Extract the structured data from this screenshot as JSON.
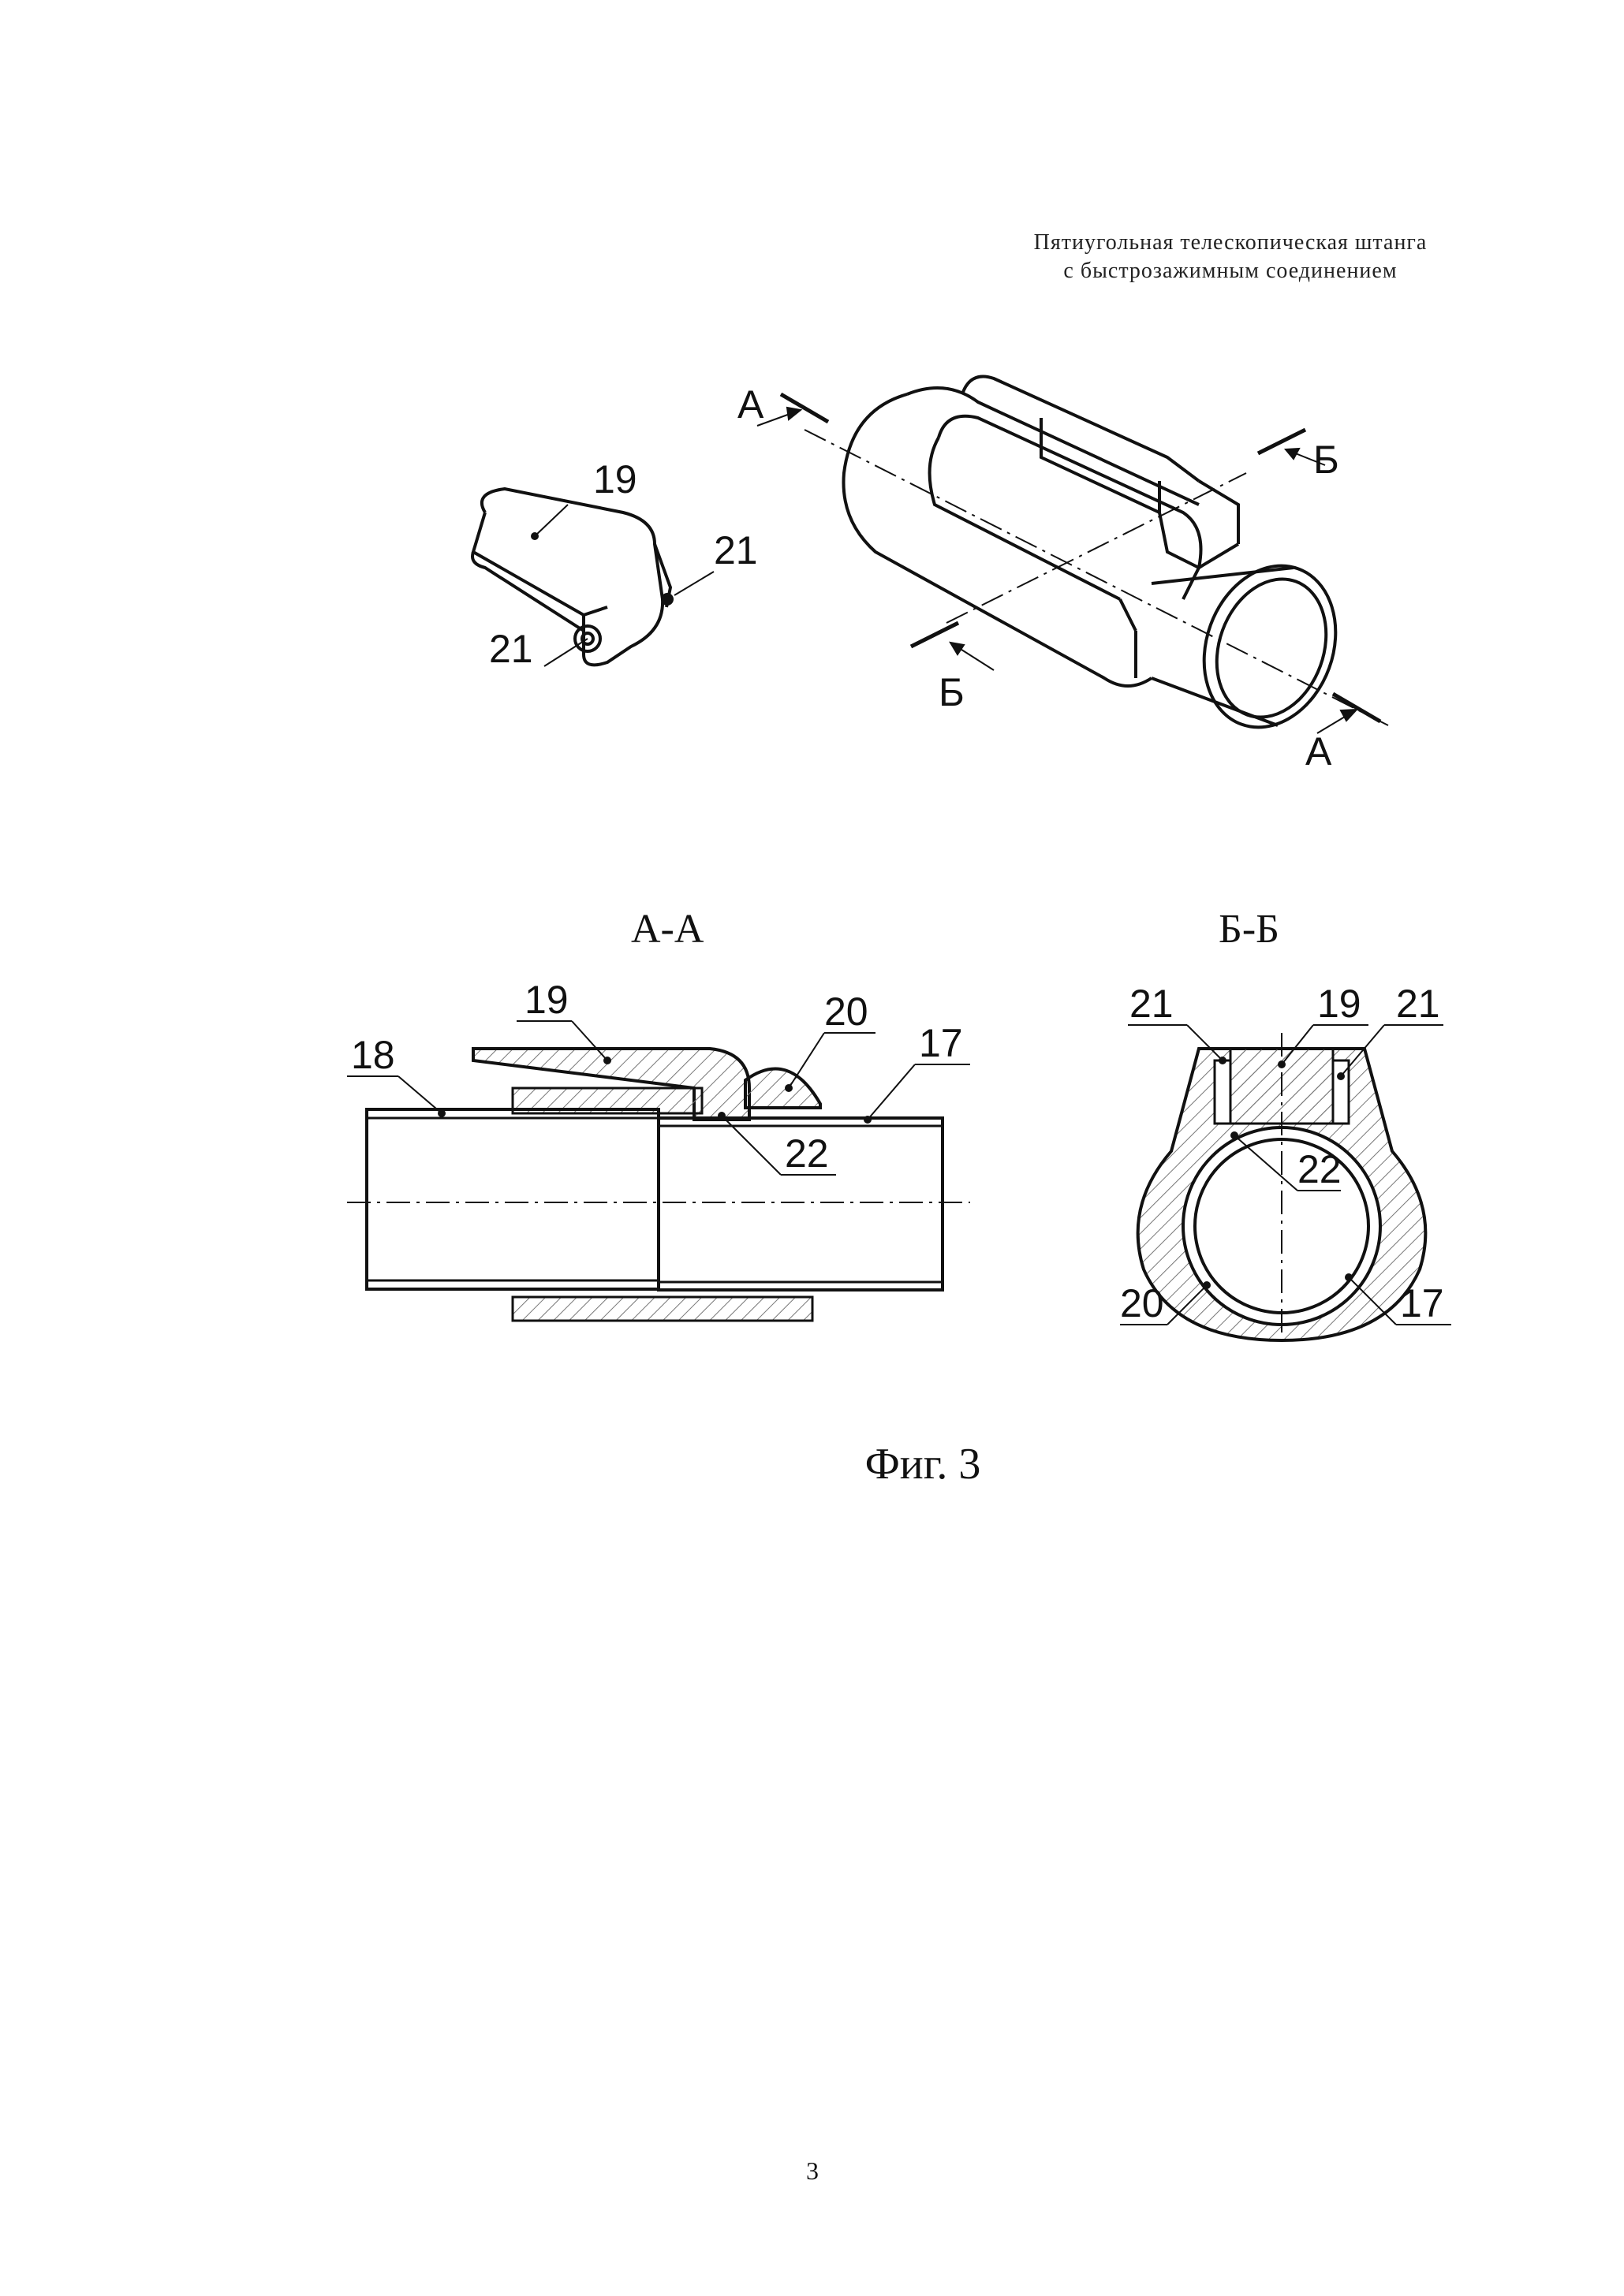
{
  "header": {
    "line1": "Пятиугольная телескопическая штанга",
    "line2": "с быстрозажимным соединением"
  },
  "isometric": {
    "part_label_19": "19",
    "part_label_21_upper": "21",
    "part_label_21_lower": "21",
    "section_marks": {
      "a_top": "А",
      "a_bottom": "А",
      "b_top": "Б",
      "b_bottom": "Б"
    }
  },
  "section_aa": {
    "title": "А-А",
    "labels": {
      "p18": "18",
      "p19": "19",
      "p20": "20",
      "p17": "17",
      "p22": "22"
    }
  },
  "section_bb": {
    "title": "Б-Б",
    "labels": {
      "p21_left": "21",
      "p19": "19",
      "p21_right": "21",
      "p22": "22",
      "p20": "20",
      "p17": "17"
    }
  },
  "caption": "Фиг. 3",
  "page_number": "3"
}
